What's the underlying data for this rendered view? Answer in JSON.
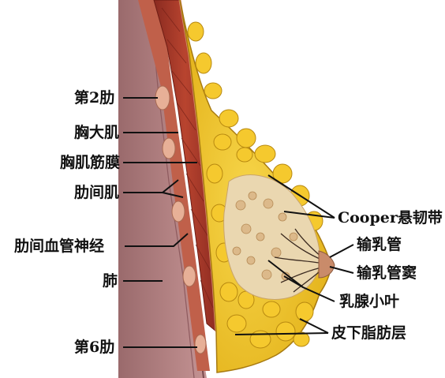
{
  "labels": {
    "rib2": "第2肋",
    "pectoralis_major": "胸大肌",
    "pectoral_fascia": "胸肌筋膜",
    "intercostal_muscle": "肋间肌",
    "intercostal_vessels_nerve": "肋间血管神经",
    "lung": "肺",
    "rib6": "第6肋",
    "cooper_ligament": "Cooper悬韧带",
    "lactiferous_duct": "输乳管",
    "lactiferous_sinus": "输乳管窦",
    "lobule": "乳腺小叶",
    "subcutaneous_fat": "皮下脂肪层"
  },
  "colors": {
    "lung": "#b07a7a",
    "muscle": "#a3362a",
    "fat": "#f2c820",
    "gland": "#e9d9b0",
    "rib": "#e0a58a",
    "leader": "#111111"
  }
}
